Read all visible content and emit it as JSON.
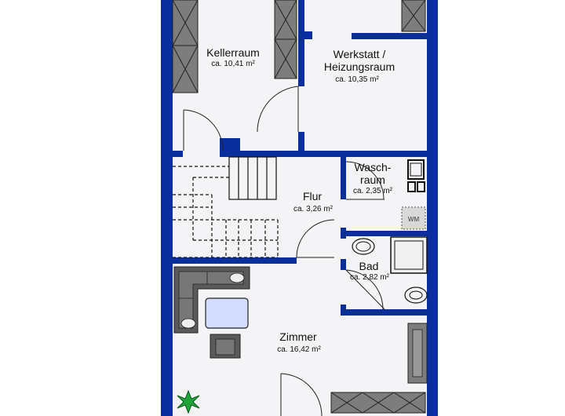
{
  "rooms": {
    "kellerraum": {
      "name": "Kellerraum",
      "area": "ca. 10,41 m²"
    },
    "werkstatt": {
      "name_line1": "Werkstatt /",
      "name_line2": "Heizungsraum",
      "area": "ca. 10,35 m²"
    },
    "waschraum": {
      "name_line1": "Wasch-",
      "name_line2": "raum",
      "area": "ca. 2,35 m²"
    },
    "flur": {
      "name": "Flur",
      "area": "ca. 3,26 m²"
    },
    "bad": {
      "name": "Bad",
      "area": "ca. 2,82 m²"
    },
    "zimmer": {
      "name": "Zimmer",
      "area": "ca. 16,42 m²"
    }
  },
  "fixtures": {
    "washing_machine": "WM"
  },
  "colors": {
    "wall": "#0a2e9c",
    "floor": "#f4f4f7",
    "furniture": "#5a5a5a",
    "table": "#d4dcff"
  },
  "icons": [
    "stair-icon",
    "door-swing-icon",
    "sofa-icon",
    "table-icon",
    "armchair-icon",
    "plant-icon",
    "sink-icon",
    "shower-icon",
    "toilet-icon",
    "washing-machine-icon",
    "cabinet-icon"
  ]
}
